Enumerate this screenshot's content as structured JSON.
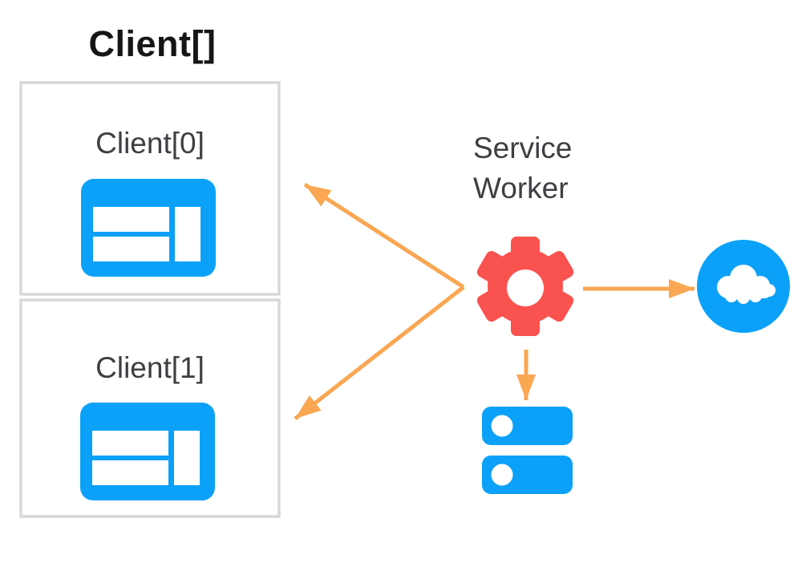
{
  "diagram": {
    "title": "Client[]",
    "client_group": {
      "clients": [
        {
          "label": "Client[0]",
          "icon": "browser-window-icon"
        },
        {
          "label": "Client[1]",
          "icon": "browser-window-icon"
        }
      ]
    },
    "service_worker": {
      "label_line1": "Service",
      "label_line2": "Worker",
      "icon": "gear-icon"
    },
    "network": {
      "icon": "cloud-icon"
    },
    "storage": {
      "icon": "storage-database-icon"
    },
    "arrows": [
      {
        "name": "service-worker-to-client-0",
        "direction": "to-upper-left",
        "heads": "single"
      },
      {
        "name": "service-worker-to-client-1",
        "direction": "to-lower-left",
        "heads": "single"
      },
      {
        "name": "service-worker-to-network",
        "direction": "right",
        "heads": "single"
      },
      {
        "name": "service-worker-to-storage",
        "direction": "down",
        "heads": "single"
      }
    ],
    "colors": {
      "icon_blue": "#0BA1F8",
      "gear_red": "#FA524F",
      "arrow_orange": "#FAA652",
      "box_border_gray": "#D8D8D8",
      "label_gray": "#3C4043",
      "title_black": "#161616",
      "background": "#FFFFFF"
    }
  }
}
